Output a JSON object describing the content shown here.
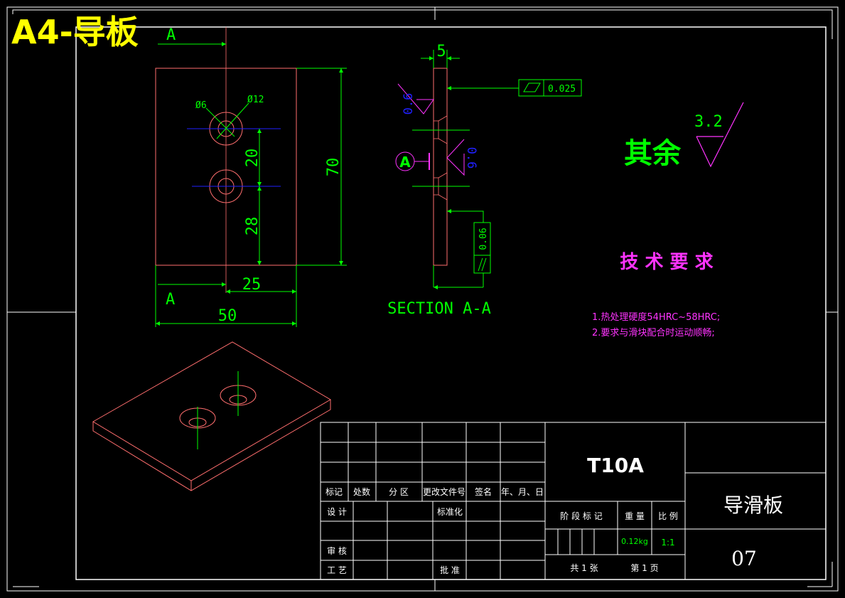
{
  "sheet": {
    "title": "A4-导板"
  },
  "front_view": {
    "section_mark_top": "A",
    "section_mark_bottom": "A",
    "dim_small_hole": "Ø6",
    "dim_large_hole": "Ø12",
    "dim_hole_pitch": "20",
    "dim_hole_to_bottom": "28",
    "dim_height": "70",
    "dim_hole_x": "25",
    "dim_width": "50"
  },
  "section_view": {
    "dim_thickness": "5",
    "flatness_value": "0.025",
    "parallelism_value": "0.06",
    "roughness_top": "0.6",
    "roughness_datum_side": "0.6",
    "datum_label": "A",
    "caption": "SECTION A-A"
  },
  "surface_note": {
    "label": "其余",
    "roughness": "3.2"
  },
  "tech_requirements": {
    "heading": "技 术 要 求",
    "items": [
      "1.热处理硬度54HRC~58HRC;",
      "2.要求与滑块配合时运动顺畅;"
    ]
  },
  "title_block": {
    "material": "T10A",
    "part_name": "导滑板",
    "drawing_no": "07",
    "mass": "0.12kg",
    "scale": "1:1",
    "rev_headers": [
      "标记",
      "处数",
      "分 区",
      "更改文件号",
      "签名",
      "年、月、日"
    ],
    "design": "设 计",
    "standardization": "标准化",
    "review": "审 核",
    "process": "工 艺",
    "approve": "批 准",
    "stage_label": "阶 段 标 记",
    "mass_label": "重 量",
    "scale_label": "比 例",
    "sheets_total": "共 1 张",
    "sheet_no": "第 1 页"
  },
  "colors": {
    "background": "#000000",
    "frame": "#ffffff",
    "part_outline": "#ff6e6e",
    "dimension": "#00ff00",
    "centerline": "#2020ff",
    "annotation": "#ff33ff",
    "title": "#ffff00"
  }
}
